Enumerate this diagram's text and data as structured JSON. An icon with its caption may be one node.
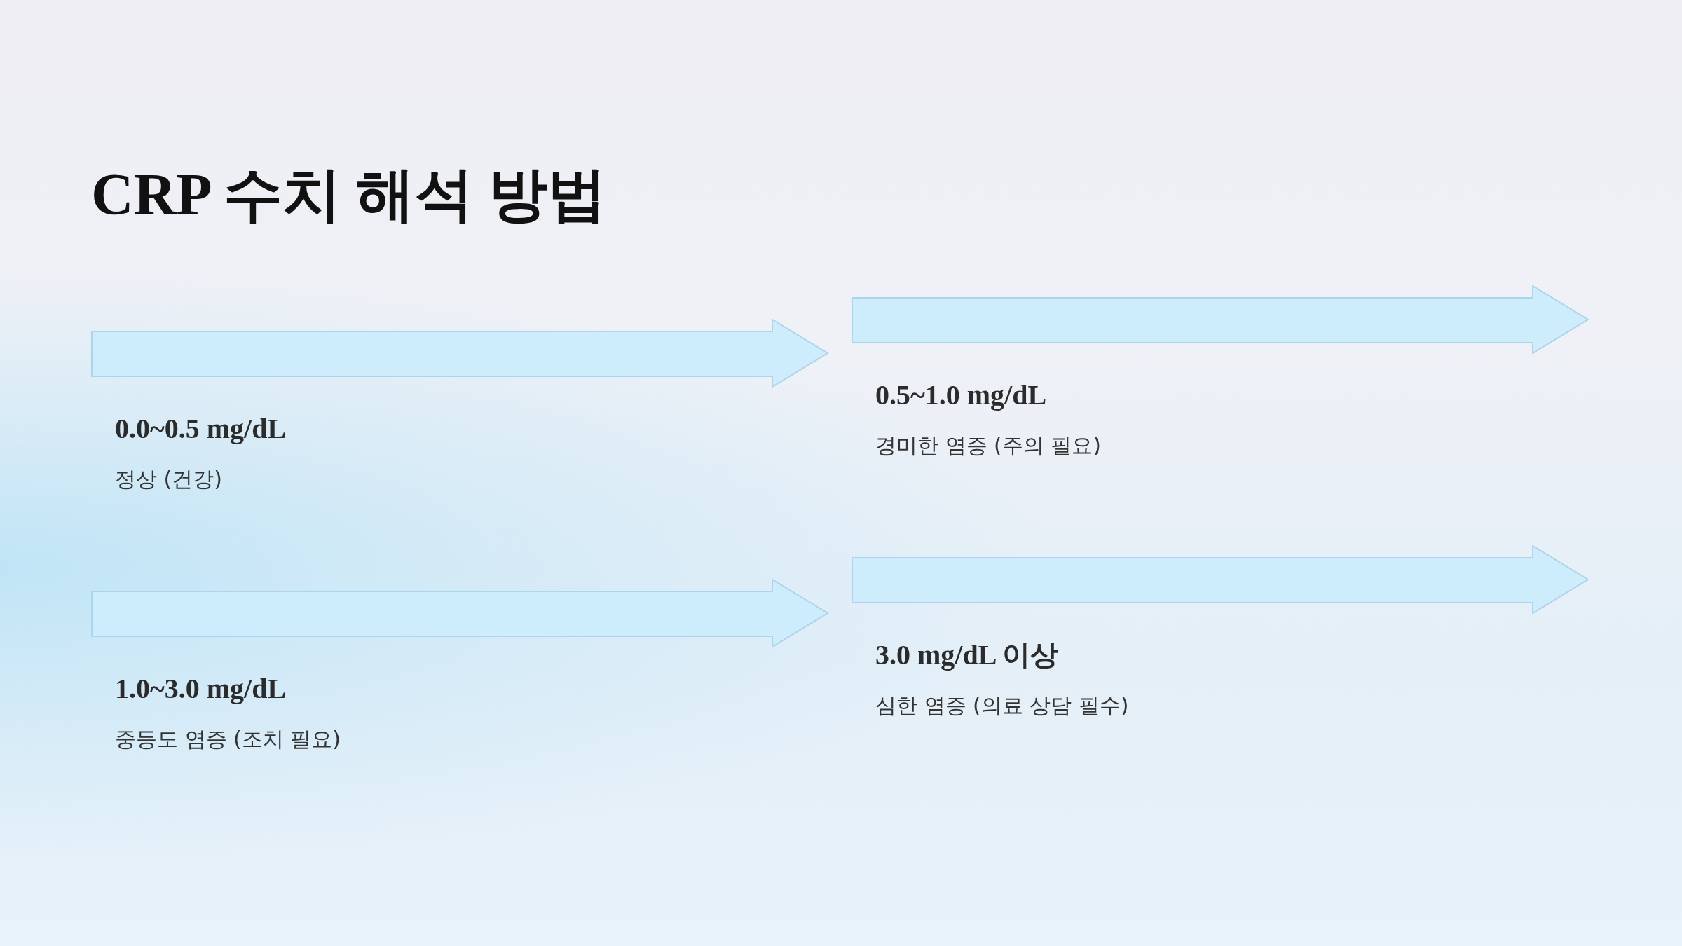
{
  "diagram": {
    "title": "CRP 수치 해석 방법",
    "nodes": [
      {
        "text": [
          "0.0~0.5 mg/dL",
          "정상 (건강)"
        ]
      },
      {
        "text": [
          "0.5~1.0 mg/dL",
          "경미한 염증 (주의 필요)"
        ]
      },
      {
        "text": [
          "1.0~3.0 mg/dL",
          "중등도 염증 (조치 필요)"
        ]
      },
      {
        "text": [
          "3.0 mg/dL 이상",
          "심한 염증 (의료 상담 필수)"
        ]
      }
    ]
  }
}
